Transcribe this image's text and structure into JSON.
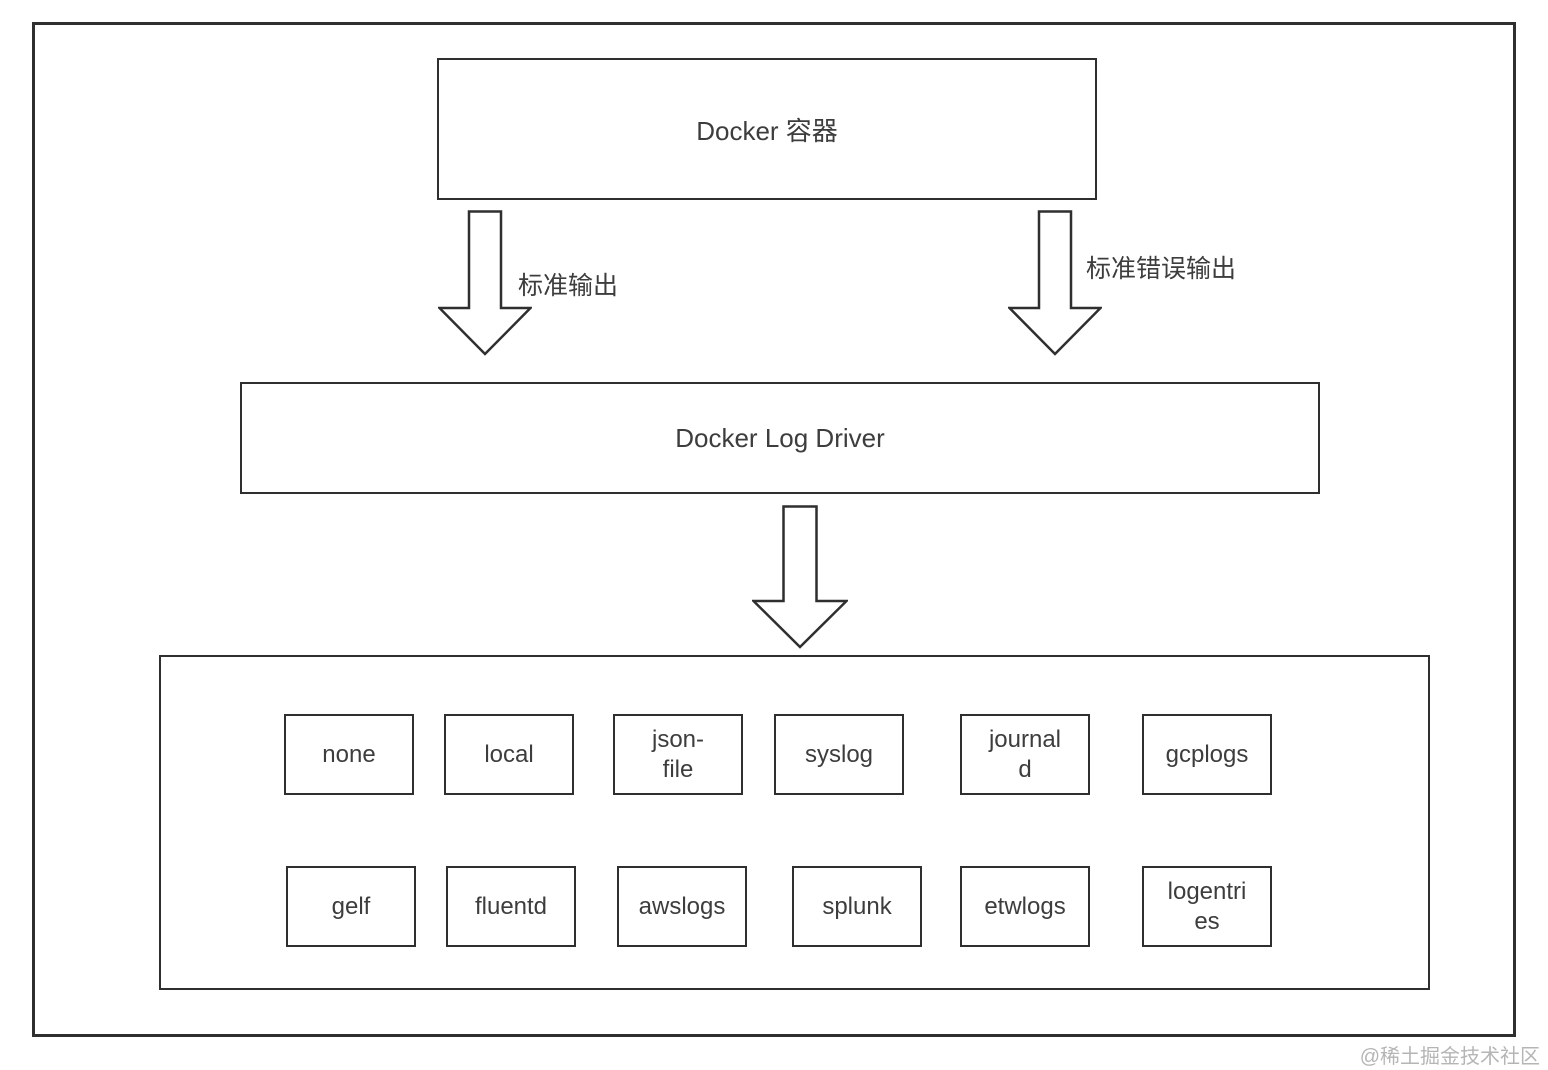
{
  "diagram": {
    "container_label": "Docker 容器",
    "stdout_label": "标准输出",
    "stderr_label": "标准错误输出",
    "log_driver_label": "Docker Log Driver",
    "drivers": {
      "row1": [
        "none",
        "local",
        "json-file",
        "syslog",
        "journald",
        "gcplogs"
      ],
      "row2": [
        "gelf",
        "fluentd",
        "awslogs",
        "splunk",
        "etwlogs",
        "logentries"
      ]
    },
    "colors": {
      "border": "#2f2f2f",
      "text": "#3d3d3d",
      "background": "#ffffff",
      "watermark_text": "#b5b5b5"
    }
  },
  "watermark": {
    "text": "@稀土掘金技术社区"
  }
}
